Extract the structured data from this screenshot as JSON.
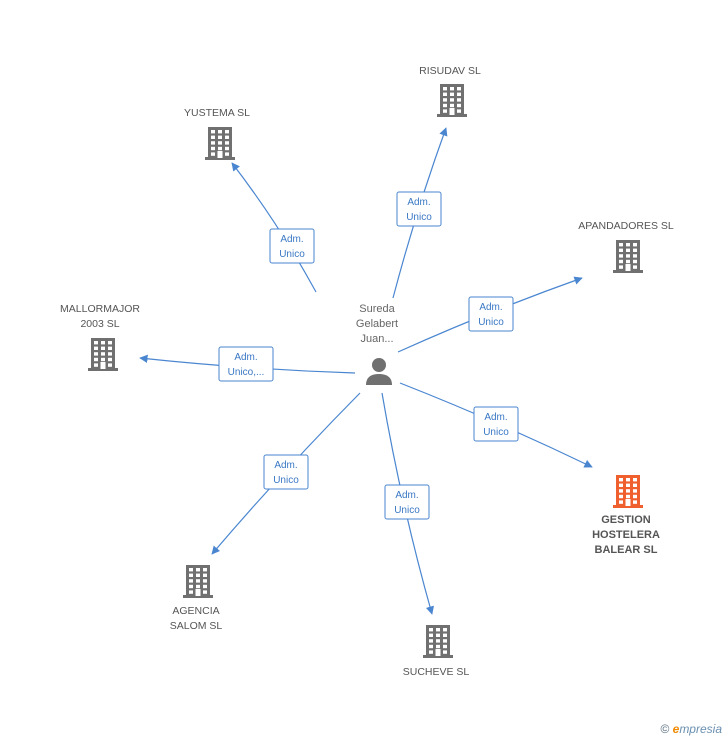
{
  "center": {
    "label_lines": [
      "Sureda",
      "Gelabert",
      "Juan..."
    ],
    "icon": "person-icon"
  },
  "companies": [
    {
      "id": "yustema",
      "label_lines": [
        "YUSTEMA SL"
      ],
      "role": [
        "Adm.",
        "Unico"
      ],
      "highlight": false
    },
    {
      "id": "risudav",
      "label_lines": [
        "RISUDAV SL"
      ],
      "role": [
        "Adm.",
        "Unico"
      ],
      "highlight": false
    },
    {
      "id": "apandadores",
      "label_lines": [
        "APANDADORES SL"
      ],
      "role": [
        "Adm.",
        "Unico"
      ],
      "highlight": false
    },
    {
      "id": "mallormajor",
      "label_lines": [
        "MALLORMAJOR",
        "2003 SL"
      ],
      "role": [
        "Adm.",
        "Unico,..."
      ],
      "highlight": false
    },
    {
      "id": "gestion",
      "label_lines": [
        "GESTION",
        "HOSTELERA",
        "BALEAR SL"
      ],
      "role": [
        "Adm.",
        "Unico"
      ],
      "highlight": true
    },
    {
      "id": "agencia",
      "label_lines": [
        "AGENCIA",
        "SALOM SL"
      ],
      "role": [
        "Adm.",
        "Unico"
      ],
      "highlight": false
    },
    {
      "id": "sucheve",
      "label_lines": [
        "SUCHEVE SL"
      ],
      "role": [
        "Adm.",
        "Unico"
      ],
      "highlight": false
    }
  ],
  "colors": {
    "edge": "#4a86d0",
    "building": "#707070",
    "building_highlight": "#f0602f",
    "person": "#707070"
  },
  "footer": {
    "copyright": "©",
    "brand_first": "e",
    "brand_rest": "mpresia"
  }
}
